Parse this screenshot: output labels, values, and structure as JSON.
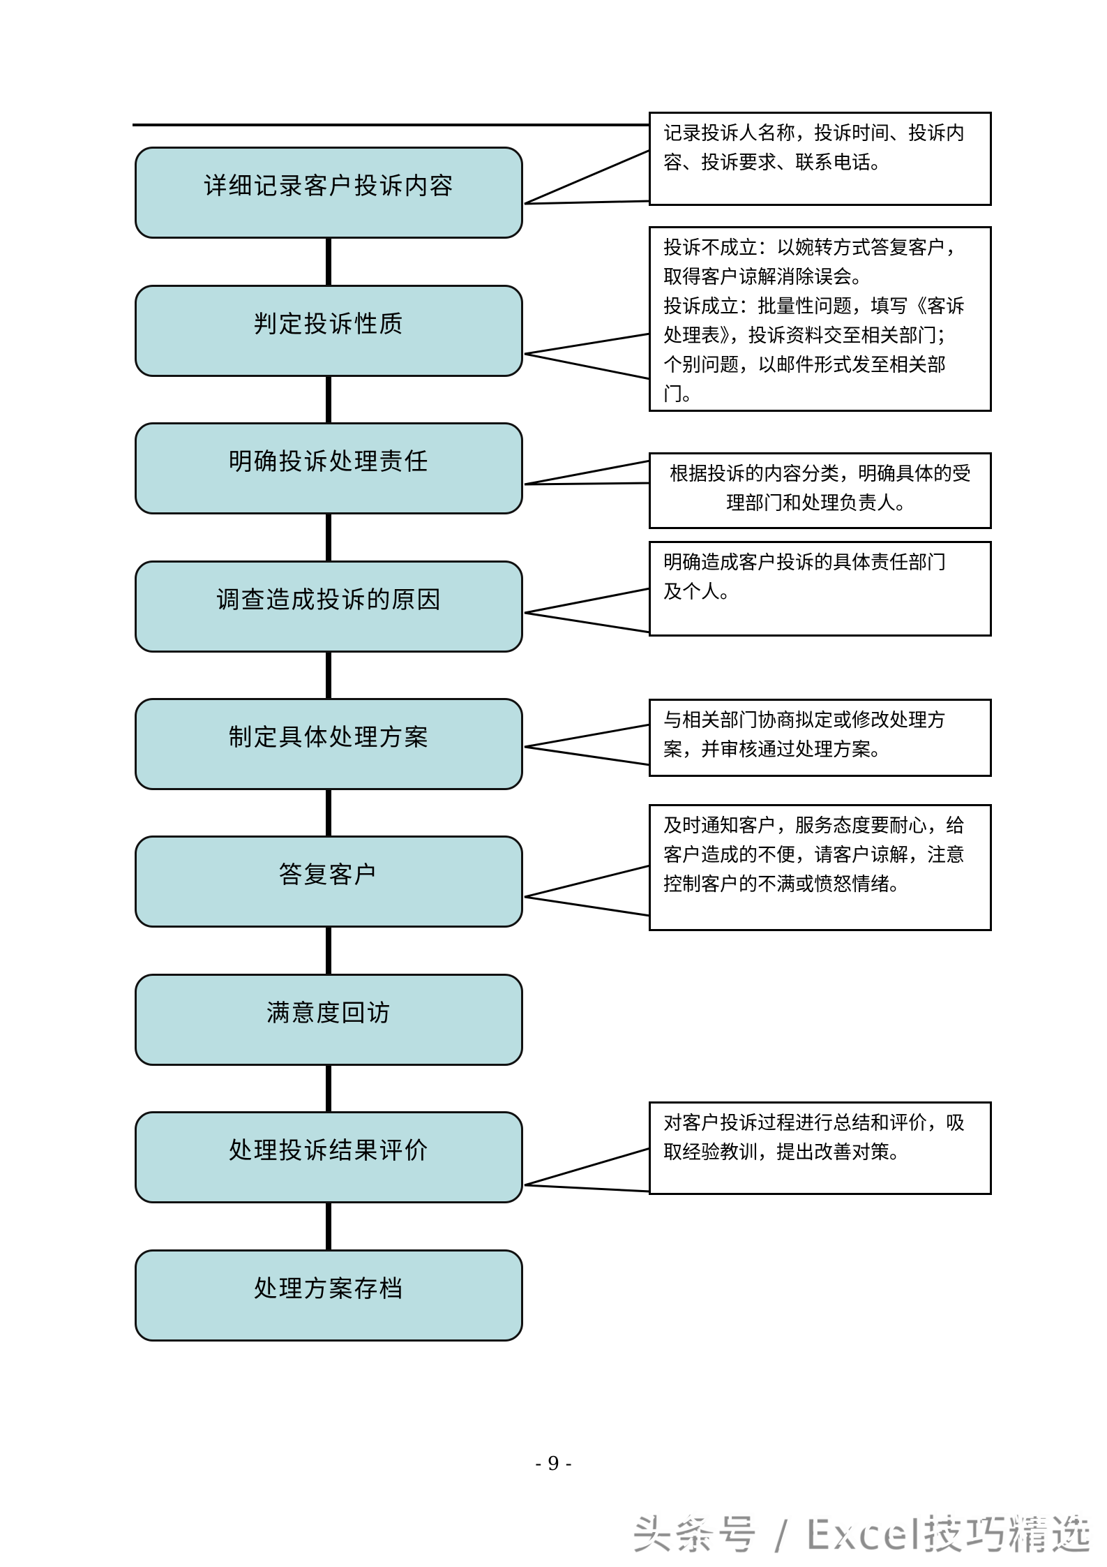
{
  "page": {
    "number_label": "- 9 -",
    "watermark": "头条号 / Excel技巧精选"
  },
  "colors": {
    "box_fill": "#badee1",
    "line": "#000000",
    "watermark_shadow": "#8d8d8d"
  },
  "steps": [
    {
      "label": "详细记录客户投诉内容"
    },
    {
      "label": "判定投诉性质"
    },
    {
      "label": "明确投诉处理责任"
    },
    {
      "label": "调查造成投诉的原因"
    },
    {
      "label": "制定具体处理方案"
    },
    {
      "label": "答复客户"
    },
    {
      "label": "满意度回访"
    },
    {
      "label": "处理投诉结果评价"
    },
    {
      "label": "处理方案存档"
    }
  ],
  "callouts": [
    {
      "text": "记录投诉人名称，投诉时间、投诉内\n容、投诉要求、联系电话。"
    },
    {
      "text": "投诉不成立：以婉转方式答复客户，\n取得客户谅解消除误会。\n投诉成立：批量性问题，填写《客诉\n处理表》，投诉资料交至相关部门；\n个别问题，以邮件形式发至相关部\n门。"
    },
    {
      "text": "根据投诉的内容分类，明确具体的受\n理部门和处理负责人。"
    },
    {
      "text": "明确造成客户投诉的具体责任部门\n及个人。"
    },
    {
      "text": "与相关部门协商拟定或修改处理方\n案，并审核通过处理方案。"
    },
    {
      "text": "及时通知客户，服务态度要耐心，给\n客户造成的不便，请客户谅解，注意\n控制客户的不满或愤怒情绪。"
    },
    {
      "text": "对客户投诉过程进行总结和评价，吸\n取经验教训，提出改善对策。"
    }
  ]
}
